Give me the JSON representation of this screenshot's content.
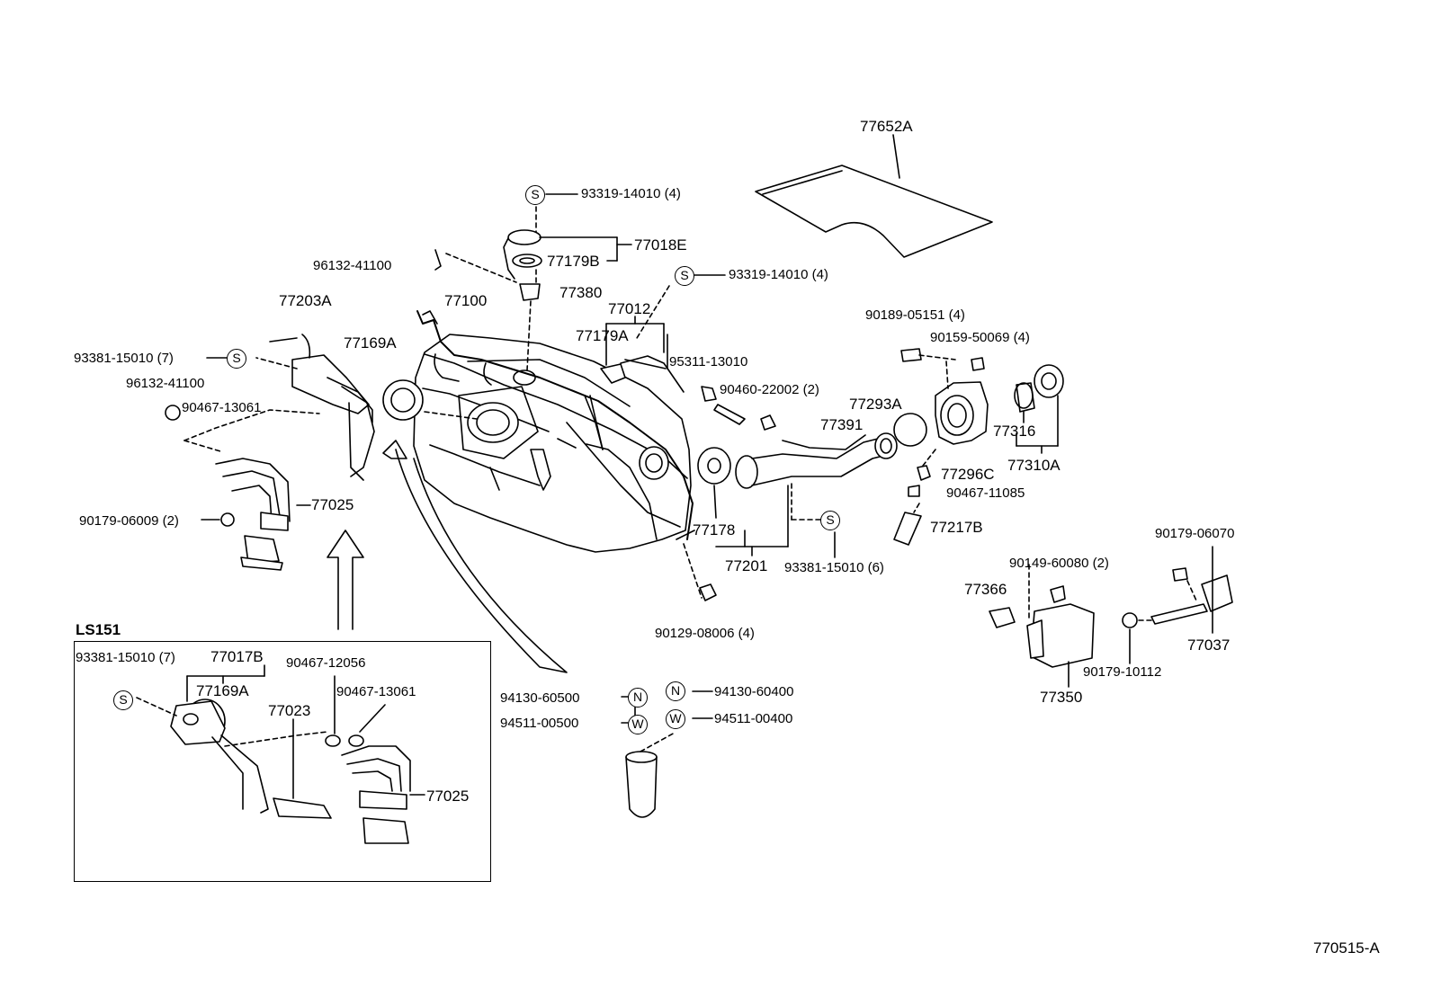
{
  "diagram_id": "770515-A",
  "inset_title": "LS151",
  "labels": {
    "mat": "77652A",
    "bolt_top": "93319-14010 (4)",
    "gauge_set": "77018E",
    "gasket_gauge": "77179B",
    "clamp_top": "96132-41100",
    "cushion": "77380",
    "bolt_mid": "93319-14010 (4)",
    "tank": "77100",
    "gauge_set2": "77012",
    "gasket_a": "77179A",
    "tube_a": "95311-13010",
    "clip_a": "90460-22002 (2)",
    "pump_bracket": "77203A",
    "gasket_pump": "77169A",
    "bolt_left": "93381-15010 (7)",
    "clamp_left": "96132-41100",
    "clip_left": "90467-13061",
    "tube_assy": "77025",
    "nut_left": "90179-06009 (2)",
    "filler_gasket": "77178",
    "filler_pipe": "77201",
    "bolt_filler": "93381-15010 (6)",
    "bolt_bottom": "90129-08006 (4)",
    "bolt_housing": "90189-05151 (4)",
    "nut_housing": "90159-50069 (4)",
    "housing": "77293A",
    "ring": "77391",
    "cap_gasket": "77316",
    "cap": "77310A",
    "hose_c": "77296C",
    "clip_c": "90467-11085",
    "protector": "77217B",
    "nut_door": "90179-06070",
    "screw_door": "90149-60080 (2)",
    "hinge": "77366",
    "opener": "77037",
    "nut_opener": "90179-10112",
    "door": "77350",
    "nut_n_left": "94130-60500",
    "nut_n_right": "94130-60400",
    "washer_left": "94511-00500",
    "washer_right": "94511-00400",
    "inset_bolt": "93381-15010 (7)",
    "inset_set": "77017B",
    "inset_clip1": "90467-12056",
    "inset_gasket": "77169A",
    "inset_clip2": "90467-13061",
    "inset_filter": "77023",
    "inset_tube": "77025"
  },
  "symbols": {
    "s": "S",
    "n": "N",
    "w": "W"
  }
}
